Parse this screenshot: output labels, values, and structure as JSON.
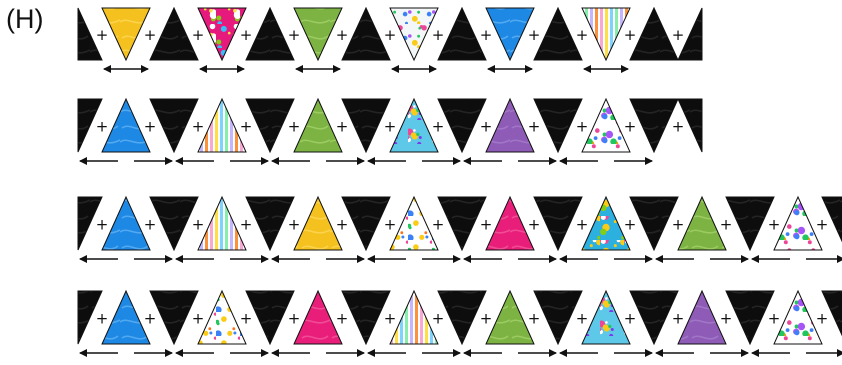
{
  "step_label": "(H)",
  "plus_sign": "+",
  "fabrics": {
    "black": {
      "base": "#0d0d0d",
      "swirl": "#2c2c2c"
    },
    "yellow": {
      "base": "#f4c11f",
      "swirl": "#ffd95c"
    },
    "pink-dots": {
      "base": "#e6197c",
      "dots": [
        "#ffffff",
        "#fde047",
        "#38bdf8",
        "#84cc16"
      ]
    },
    "green": {
      "base": "#7cb342",
      "swirl": "#a5d36a"
    },
    "flower-white": {
      "base": "#f3f7f8",
      "dots": [
        "#ec4899",
        "#22c55e",
        "#3b82f6",
        "#facc15",
        "#a855f7"
      ]
    },
    "blue": {
      "base": "#1e88e5",
      "swirl": "#62b4f2"
    },
    "stripes": {
      "base": "#ffffff",
      "stripes": [
        "#f9a8d4",
        "#fde047",
        "#7dd3fc",
        "#86efac",
        "#c4b5fd",
        "#fb923c"
      ]
    },
    "aqua-flowers": {
      "base": "#5ec8e8",
      "dots": [
        "#ec4899",
        "#facc15",
        "#7c3aed",
        "#ffffff",
        "#22c55e"
      ]
    },
    "purple": {
      "base": "#8e5bb7",
      "swirl": "#a87fcc"
    },
    "dots-white": {
      "base": "#ffffff",
      "dots": [
        "#ec4899",
        "#a855f7",
        "#22c55e",
        "#3b82f6",
        "#f59e0b"
      ]
    },
    "yellow-dots": {
      "base": "#ffffff",
      "dots": [
        "#facc15",
        "#ec4899",
        "#22c55e",
        "#3b82f6",
        "#f97316"
      ]
    },
    "magenta": {
      "base": "#e91e7a",
      "swirl": "#f35a9f"
    },
    "cyan-flowers": {
      "base": "#2bb0e0",
      "dots": [
        "#facc15",
        "#ec4899",
        "#ffffff",
        "#84cc16"
      ]
    }
  },
  "rows": [
    {
      "orientation": "down",
      "arrow_style": "double",
      "triangles": [
        "yellow",
        "pink-dots",
        "green",
        "flower-white",
        "blue",
        "stripes"
      ]
    },
    {
      "orientation": "up",
      "arrow_style": "split",
      "triangles": [
        "blue",
        "stripes",
        "green",
        "aqua-flowers",
        "purple",
        "dots-white"
      ]
    },
    {
      "orientation": "up",
      "arrow_style": "split",
      "triangles": [
        "blue",
        "stripes",
        "yellow",
        "yellow-dots",
        "magenta",
        "cyan-flowers",
        "green",
        "dots-white"
      ]
    },
    {
      "orientation": "up",
      "arrow_style": "split",
      "triangles": [
        "blue",
        "yellow-dots",
        "magenta",
        "stripes",
        "green",
        "aqua-flowers",
        "purple",
        "dots-white"
      ]
    }
  ]
}
